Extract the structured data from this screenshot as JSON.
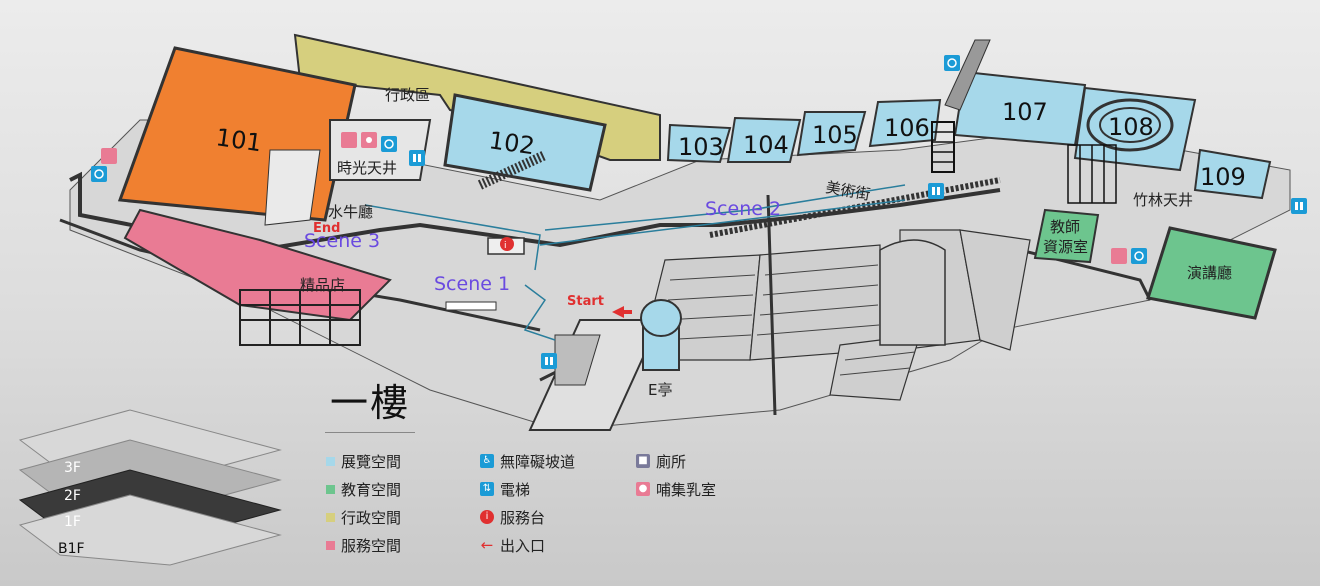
{
  "floor_title": "一樓",
  "colors": {
    "exhibition": "#f08030",
    "exhibition_blue": "#a6d8ea",
    "education": "#6dc58e",
    "admin": "#d6cf7e",
    "service": "#e97b94",
    "accessible": "#1b9bd6",
    "service_desk": "#e03030",
    "entrance_arrow": "#e03030",
    "scene": "#6a4ae0"
  },
  "rooms": {
    "r101": "101",
    "r102": "102",
    "r103": "103",
    "r104": "104",
    "r105": "105",
    "r106": "106",
    "r107": "107",
    "r108": "108",
    "r109": "109"
  },
  "areas": {
    "admin": "行政區",
    "time_atrium": "時光天井",
    "buffalo_hall": "水牛廳",
    "art_street": "美術街",
    "bamboo_atrium": "竹林天井",
    "teacher_room_1": "教師",
    "teacher_room_2": "資源室",
    "lecture_hall": "演講廳",
    "gift_shop": "精品店",
    "e_pavilion": "E亭"
  },
  "route": {
    "start": "Start",
    "end": "End",
    "scene1": "Scene 1",
    "scene2": "Scene 2",
    "scene3": "Scene 3"
  },
  "legend": [
    {
      "label": "展覽空間",
      "icon": "exhibition-swatch"
    },
    {
      "label": "教育空間",
      "icon": "education-swatch"
    },
    {
      "label": "行政空間",
      "icon": "admin-swatch"
    },
    {
      "label": "服務空間",
      "icon": "service-swatch"
    },
    {
      "label": "無障礙坡道",
      "icon": "wheelchair-icon"
    },
    {
      "label": "電梯",
      "icon": "elevator-icon"
    },
    {
      "label": "服務台",
      "icon": "info-icon"
    },
    {
      "label": "出入口",
      "icon": "arrow-left-icon"
    },
    {
      "label": "廁所",
      "icon": "restroom-icon"
    },
    {
      "label": "哺集乳室",
      "icon": "nursing-room-icon"
    }
  ],
  "floors": [
    "3F",
    "2F",
    "1F",
    "B1F"
  ]
}
